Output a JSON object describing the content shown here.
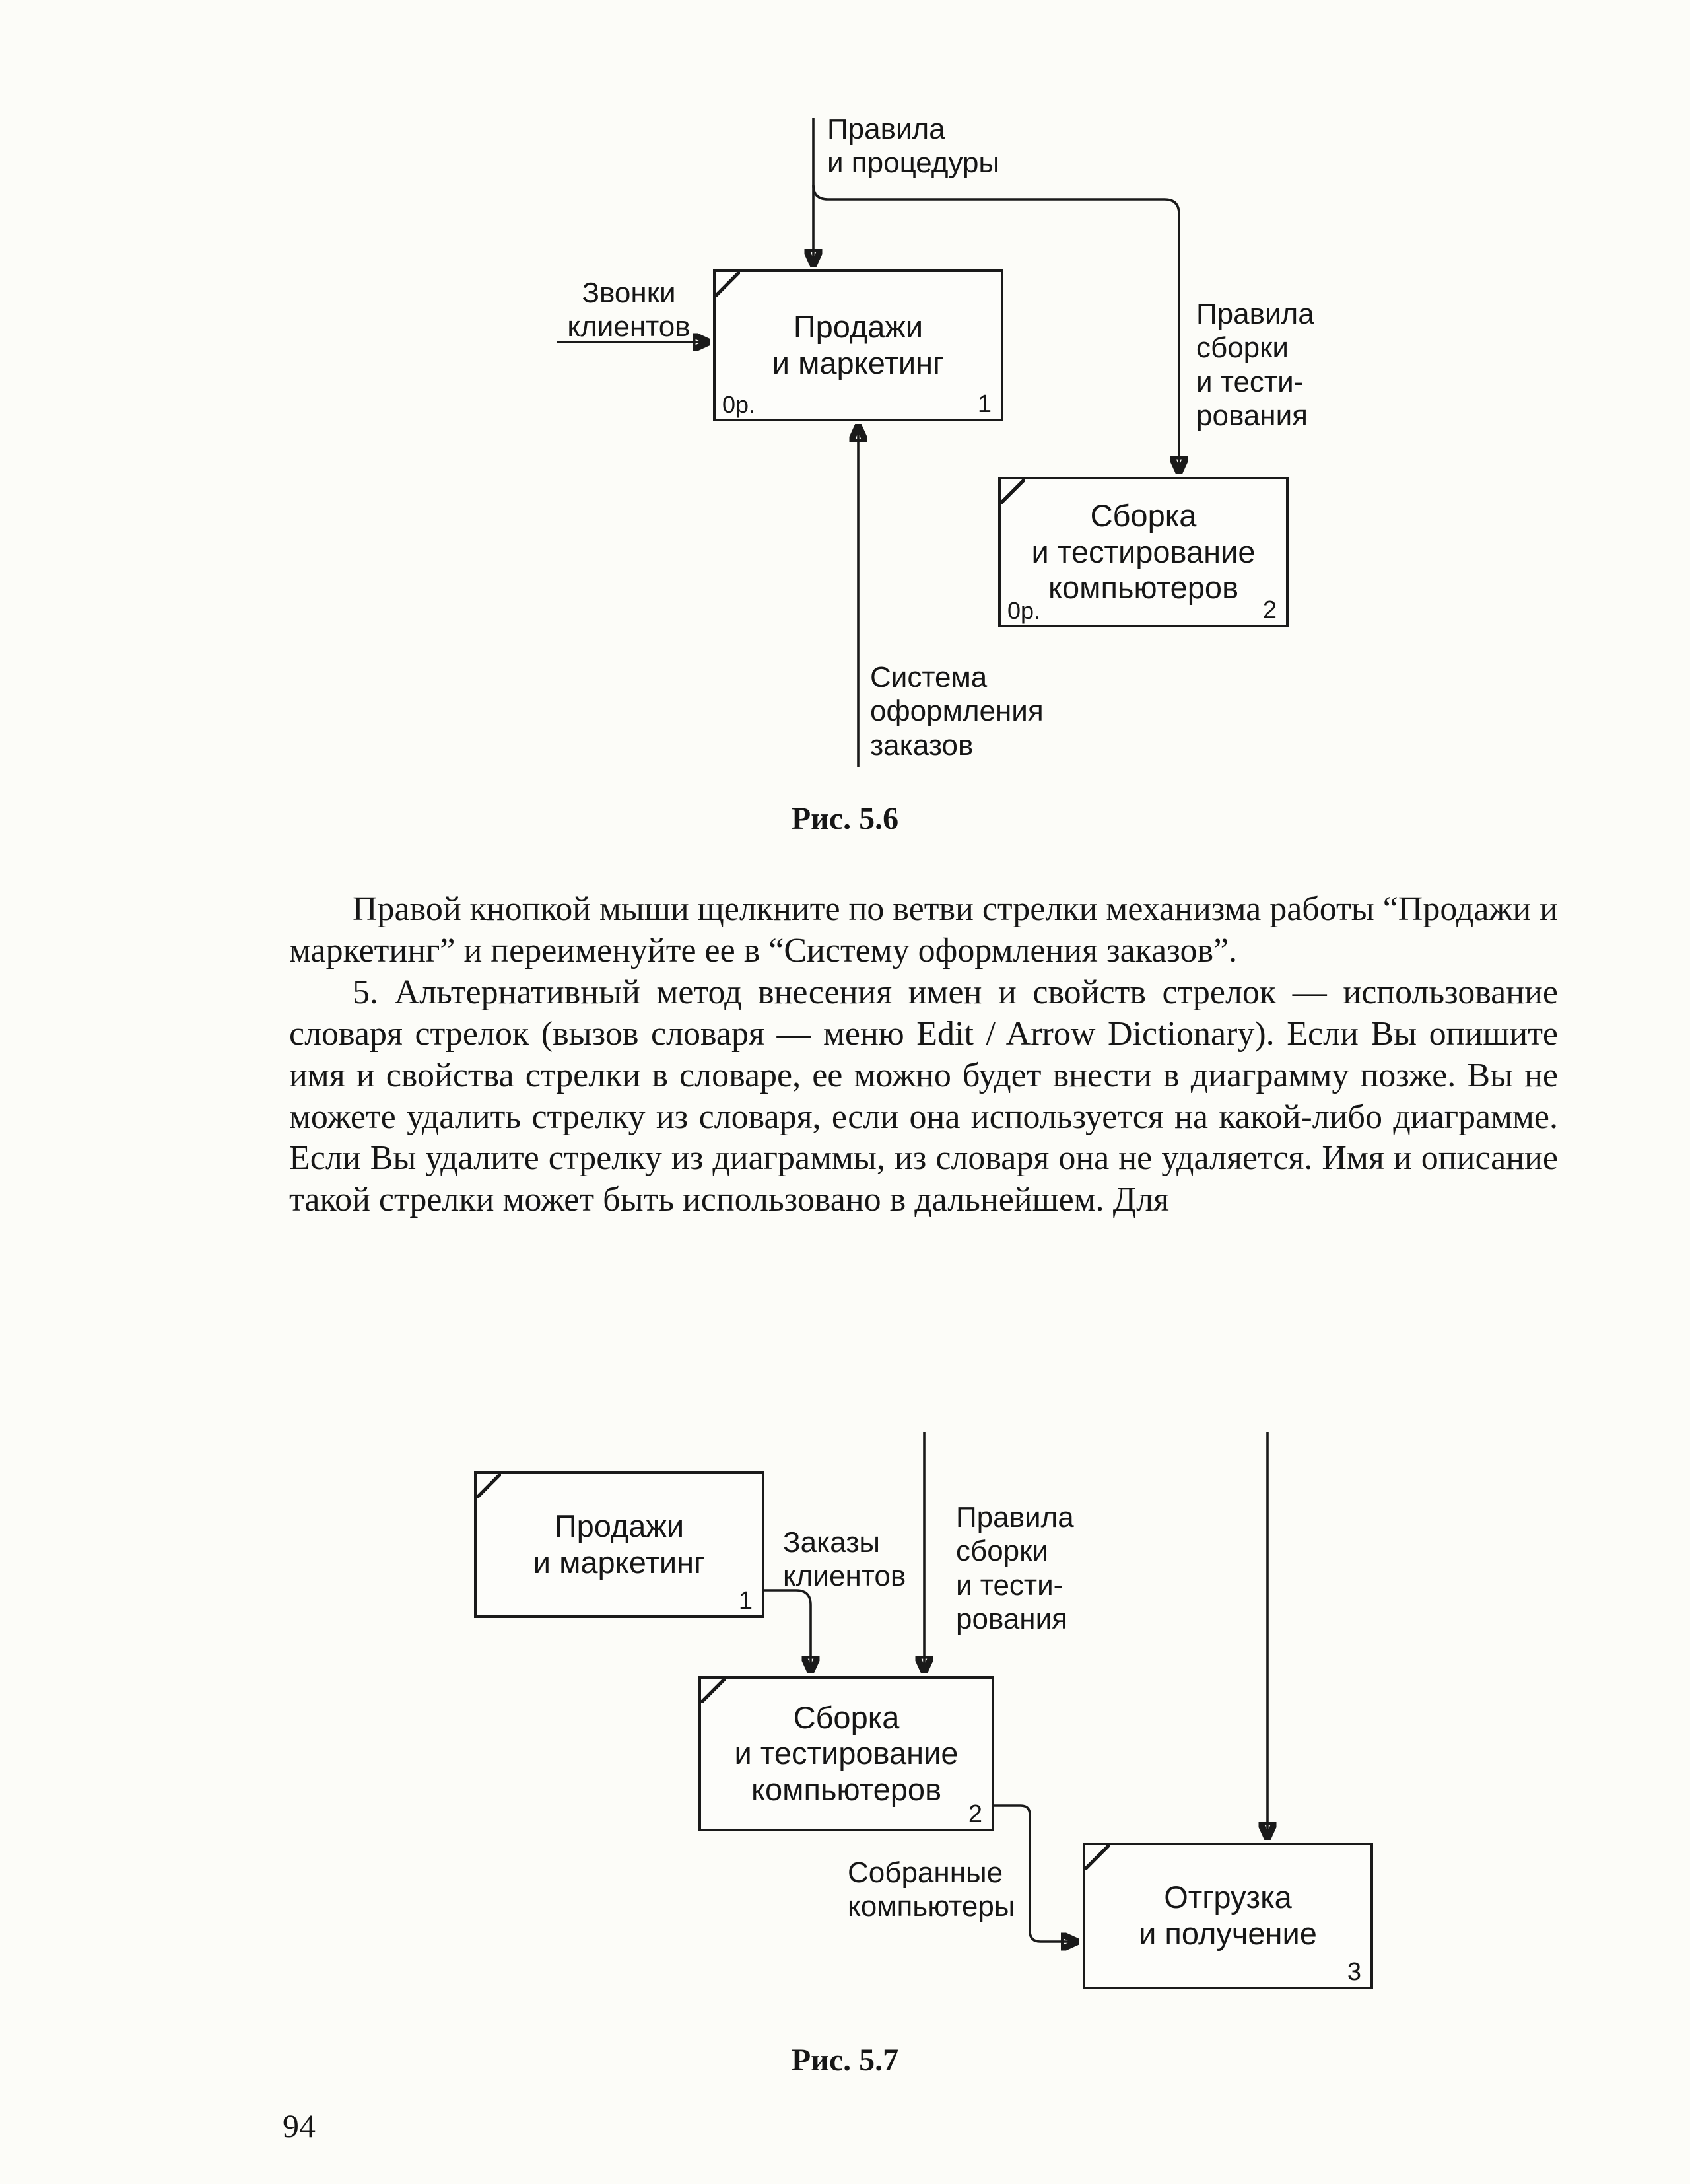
{
  "figures": {
    "fig56": {
      "caption": "Рис. 5.6",
      "boxes": {
        "sales": {
          "title": "Продажи\nи маркетинг",
          "corner_tag": "0р.",
          "number": "1"
        },
        "assembly": {
          "title": "Сборка\nи тестирование\nкомпьютеров",
          "corner_tag": "0р.",
          "number": "2"
        }
      },
      "arrow_labels": {
        "rules_procedures": "Правила\nи процедуры",
        "client_calls": "Звонки\nклиентов",
        "assembly_rules": "Правила\nсборки\nи тести-\nрования",
        "order_system": "Система\nоформления\nзаказов"
      }
    },
    "fig57": {
      "caption": "Рис. 5.7",
      "boxes": {
        "sales": {
          "title": "Продажи\nи маркетинг",
          "number": "1"
        },
        "assembly": {
          "title": "Сборка\nи тестирование\nкомпьютеров",
          "number": "2"
        },
        "shipping": {
          "title": "Отгрузка\nи получение",
          "number": "3"
        }
      },
      "arrow_labels": {
        "client_orders": "Заказы\nклиентов",
        "assembly_rules": "Правила\nсборки\nи тести-\nрования",
        "assembled_computers": "Собранные\nкомпьютеры"
      }
    }
  },
  "body": {
    "para1": "Правой кнопкой мыши щелкните по ветви стрелки механизма работы “Продажи и маркетинг” и переименуйте ее в “Систему оформления заказов”.",
    "para2": "5. Альтернативный метод внесения имен и свойств стрелок — использование словаря стрелок (вызов словаря — меню Edit / Arrow Dictionary). Если Вы опишите имя и свойства стрелки в словаре, ее можно будет внести в диаграмму позже. Вы не можете удалить стрелку из словаря, если она используется на какой-либо диаграмме. Если Вы удалите стрелку из диаграммы, из словаря она не удаляется. Имя и описание такой стрелки может быть использовано в дальнейшем. Для"
  },
  "page_number": "94"
}
